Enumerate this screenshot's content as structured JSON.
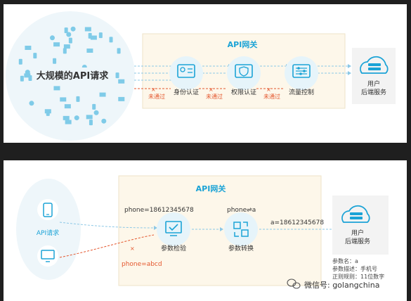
{
  "top": {
    "requests_label": "大规模的API请求",
    "gateway_title": "API网关",
    "stages": [
      "身份认证",
      "权限认证",
      "流量控制"
    ],
    "rejected_labels": [
      "未通过",
      "未通过",
      "未通过"
    ],
    "backend_label_line1": "用户",
    "backend_label_line2": "后端服务"
  },
  "bottom": {
    "client_label": "API请求",
    "gateway_title": "API网关",
    "param_valid": "phone=18612345678",
    "param_invalid": "phone=abcd",
    "mapping_label": "phone⇌a",
    "output_param": "a=18612345678",
    "stage_check": "参数检验",
    "stage_convert": "参数转换",
    "backend_label_line1": "用户",
    "backend_label_line2": "后端服务",
    "param_info": [
      "参数名：a",
      "参数描述：手机号",
      "正则规则：11位数字"
    ]
  },
  "watermark": {
    "text": "微信号: golangchina"
  },
  "colors": {
    "accent_blue": "#1ba3d6",
    "reject_red": "#e4572e",
    "gateway_bg": "#fdf7ea",
    "panel_bg": "#ffffff",
    "outer_bg": "#1f1f1f"
  }
}
